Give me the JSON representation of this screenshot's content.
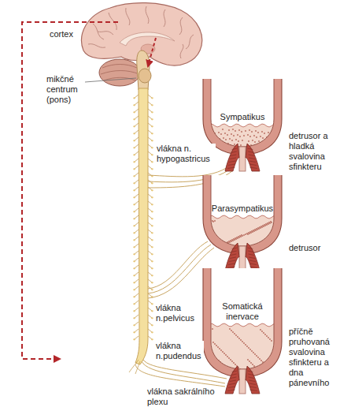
{
  "diagram": {
    "nodes": [
      {
        "text": [
          "Sympatikus"
        ]
      },
      {
        "text": [
          "Parasympatikus"
        ]
      },
      {
        "text": [
          "Somatická inervace"
        ]
      }
    ],
    "labels": [
      "cortex",
      "mikčné centrum (pons)",
      "vlákna n. hypogastricus",
      "detrusor a hladká svalovina sfinkteru",
      "detrusor",
      "vlákna n.pelvicus",
      "příčně pruhovaná svalovina sfinkteru a dna pánevního",
      "vlákna n.pudendus",
      "vlákna sakrálního plexu"
    ]
  }
}
